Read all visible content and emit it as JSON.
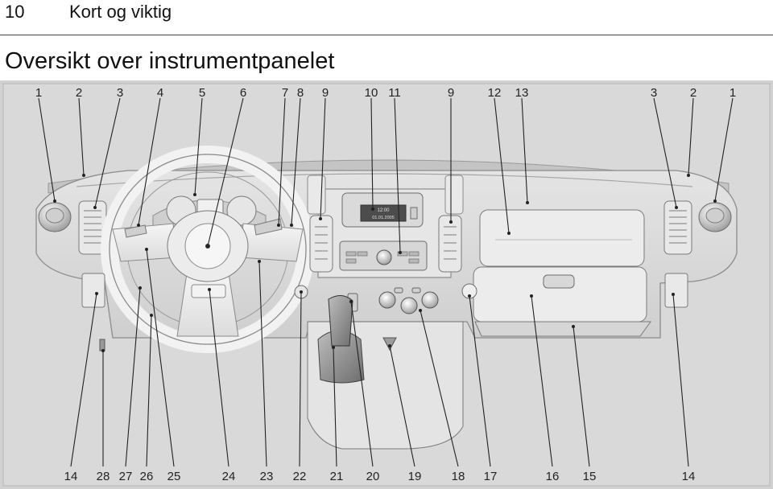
{
  "header": {
    "page_number": "10",
    "section_title": "Kort og viktig"
  },
  "page": {
    "title": "Oversikt over instrumentpanelet"
  },
  "figure": {
    "subject": "instrument panel overview illustration",
    "callouts_top": [
      "1",
      "2",
      "3",
      "4",
      "5",
      "6",
      "7",
      "8",
      "9",
      "10",
      "11",
      "9",
      "12",
      "13",
      "3",
      "2",
      "1"
    ],
    "callouts_bottom": [
      "14",
      "28",
      "27",
      "26",
      "25",
      "24",
      "23",
      "22",
      "21",
      "20",
      "19",
      "18",
      "17",
      "16",
      "15",
      "14"
    ],
    "display_text": [
      "12:00",
      "01.01.2005"
    ]
  }
}
